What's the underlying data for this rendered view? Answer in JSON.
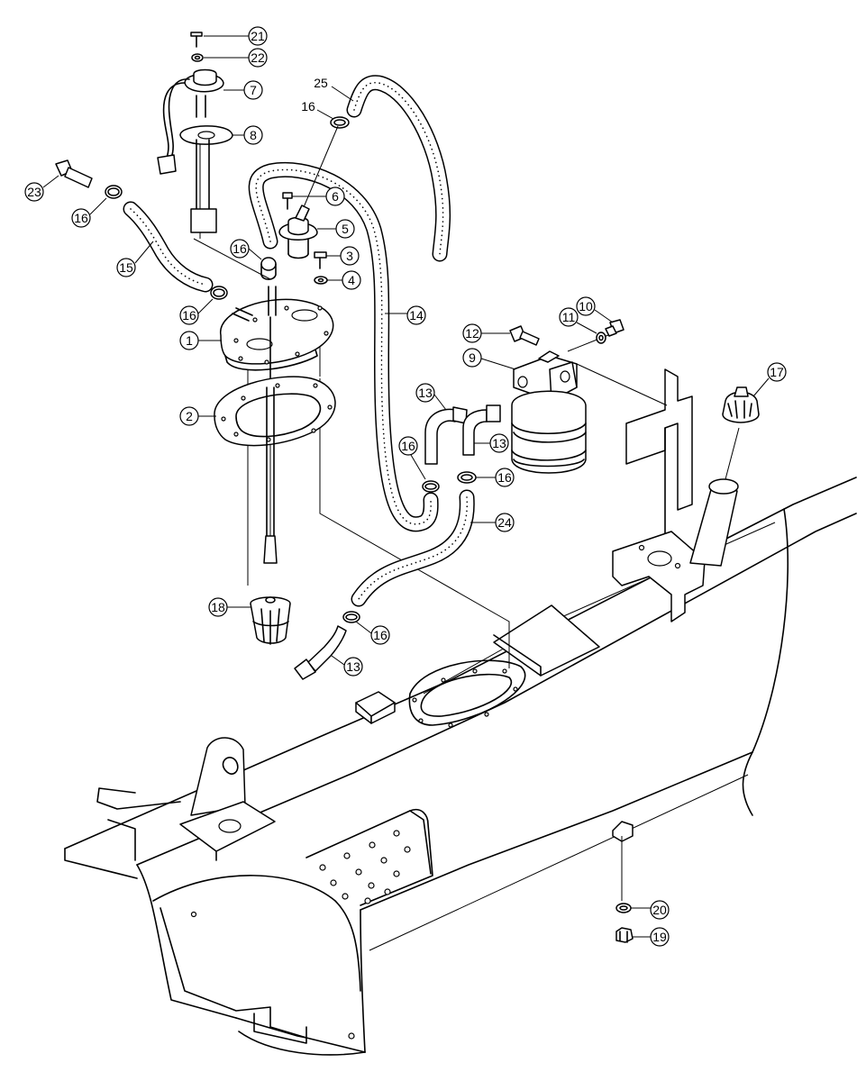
{
  "callouts": [
    {
      "id": "c21",
      "text": "21"
    },
    {
      "id": "c22",
      "text": "22"
    },
    {
      "id": "c7",
      "text": "7"
    },
    {
      "id": "c8",
      "text": "8"
    },
    {
      "id": "c25",
      "text": "25"
    },
    {
      "id": "c16a",
      "text": "16"
    },
    {
      "id": "c6",
      "text": "6"
    },
    {
      "id": "c5",
      "text": "5"
    },
    {
      "id": "c3",
      "text": "3"
    },
    {
      "id": "c4",
      "text": "4"
    },
    {
      "id": "c23",
      "text": "23"
    },
    {
      "id": "c16b",
      "text": "16"
    },
    {
      "id": "c16c",
      "text": "16"
    },
    {
      "id": "c15",
      "text": "15"
    },
    {
      "id": "c16d",
      "text": "16"
    },
    {
      "id": "c1",
      "text": "1"
    },
    {
      "id": "c14",
      "text": "14"
    },
    {
      "id": "c10",
      "text": "10"
    },
    {
      "id": "c11",
      "text": "11"
    },
    {
      "id": "c12",
      "text": "12"
    },
    {
      "id": "c9",
      "text": "9"
    },
    {
      "id": "c17",
      "text": "17"
    },
    {
      "id": "c13a",
      "text": "13"
    },
    {
      "id": "c2",
      "text": "2"
    },
    {
      "id": "c13b",
      "text": "13"
    },
    {
      "id": "c16e",
      "text": "16"
    },
    {
      "id": "c16f",
      "text": "16"
    },
    {
      "id": "c24",
      "text": "24"
    },
    {
      "id": "c18",
      "text": "18"
    },
    {
      "id": "c16g",
      "text": "16"
    },
    {
      "id": "c13c",
      "text": "13"
    },
    {
      "id": "c20",
      "text": "20"
    },
    {
      "id": "c19",
      "text": "19"
    }
  ]
}
